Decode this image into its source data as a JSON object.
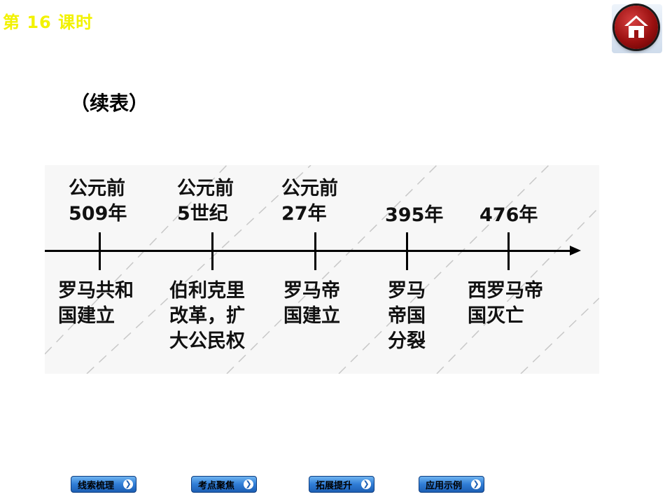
{
  "header": {
    "lesson": "第 16 课时"
  },
  "slide": {
    "subtitle": "（续表）"
  },
  "timeline": {
    "events": [
      {
        "date": "公元前\n509年",
        "event": "罗马共和\n国建立"
      },
      {
        "date": "公元前\n5世纪",
        "event": "伯利克里\n改革，扩\n大公民权"
      },
      {
        "date": "公元前\n27年",
        "event": "罗马帝\n国建立"
      },
      {
        "date": "395年",
        "event": "罗马\n帝国\n分裂"
      },
      {
        "date": "476年",
        "event": "西罗马帝\n国灭亡"
      }
    ]
  },
  "nav": {
    "buttons": [
      "线索梳理",
      "考点聚焦",
      "拓展提升",
      "应用示例"
    ]
  },
  "colors": {
    "title": "#f2f200",
    "nav": "#2f7cd6",
    "home": "#9a1010"
  }
}
